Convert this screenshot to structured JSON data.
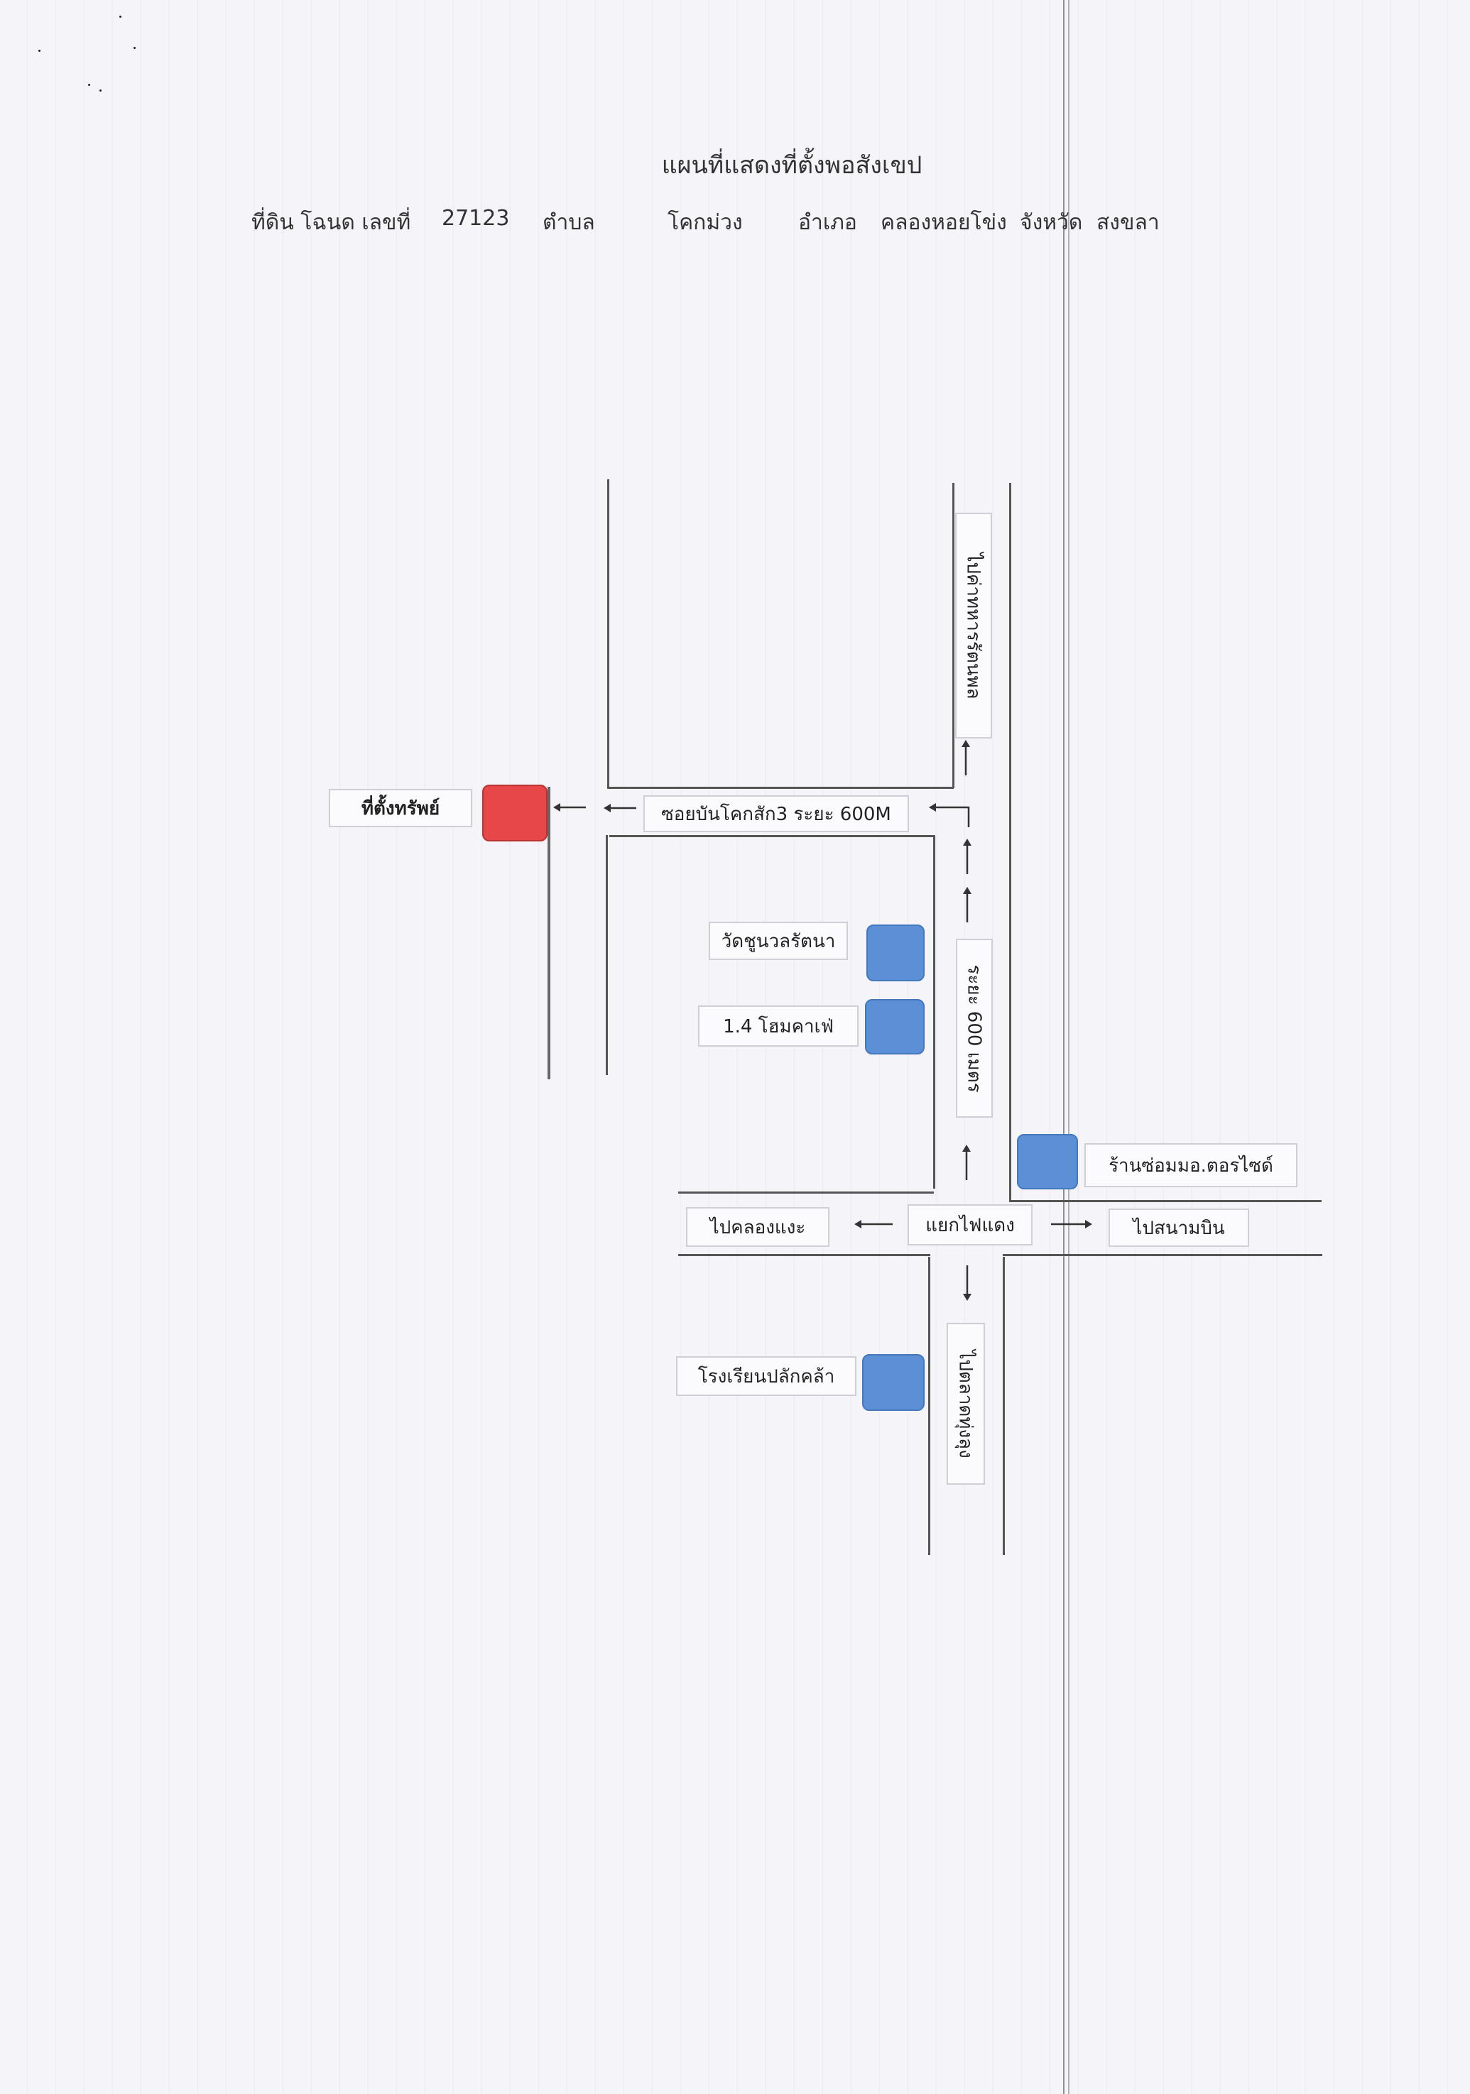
{
  "title": "แผนที่แสดงที่ตั้งพอสังเขป",
  "land_info": {
    "deed_label": "ที่ดิน โฉนด เลขที่",
    "deed_no": "27123",
    "tambon_label": "ตำบล",
    "tambon": "โคกม่วง",
    "amphoe_label": "อำเภอ",
    "amphoe": "คลองหอยโข่ง",
    "province_label": "จังหวัด",
    "province": "สงขลา"
  },
  "map": {
    "property_label": "ที่ตั้งทรัพย์",
    "soi_label": "ซอยบันโคกสัก3 ระยะ 600M",
    "north_road_label": "ไปค่าทหารรัตนพล",
    "distance_label": "ระยะ 600 เมตร",
    "landmarks": {
      "temple": "วัดชูนวลรัตนา",
      "cafe": "1.4 โฮมคาเฟ่",
      "motor_shop": "ร้านซ่อมมอ.ตอรไซด์",
      "school": "โรงเรียนปลักคล้า"
    },
    "intersection_label": "แยกไฟแดง",
    "west_label": "ไปคลองแงะ",
    "east_label": "ไปสนามบิน",
    "south_label": "ไปตลาดทุ่งลุง"
  },
  "colors": {
    "property_marker": "#e8474a",
    "landmark_marker": "#5b8fd6"
  }
}
